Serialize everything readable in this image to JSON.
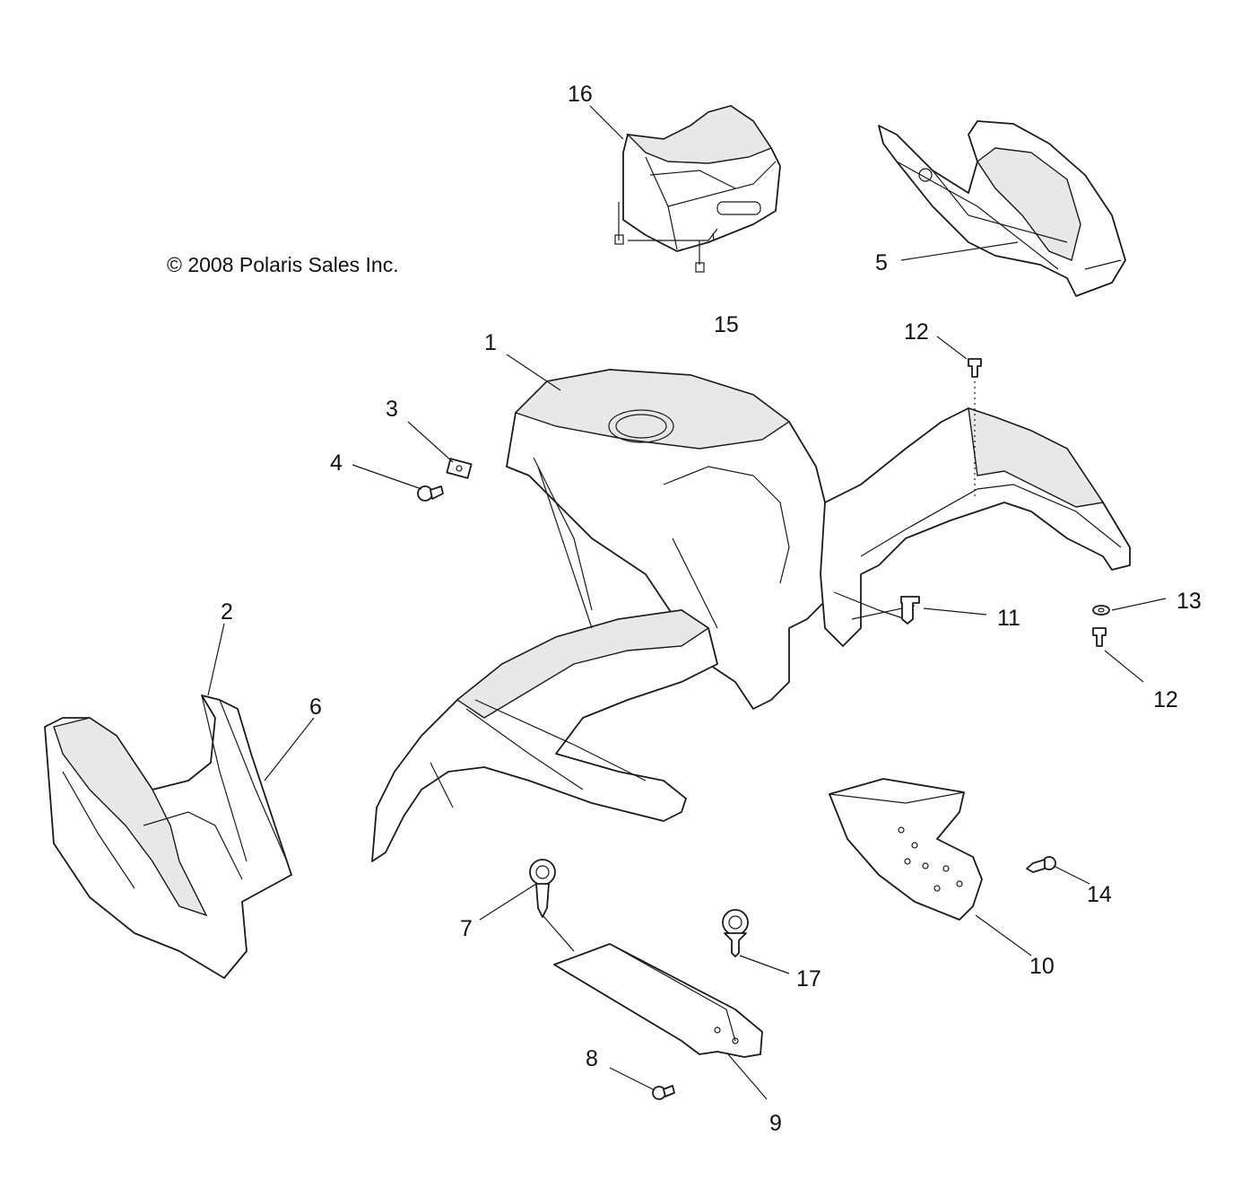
{
  "copyright": "© 2008 Polaris Sales Inc.",
  "callouts": [
    "1",
    "2",
    "3",
    "4",
    "5",
    "6",
    "7",
    "8",
    "9",
    "10",
    "11",
    "12",
    "12",
    "13",
    "14",
    "15",
    "16",
    "17"
  ]
}
